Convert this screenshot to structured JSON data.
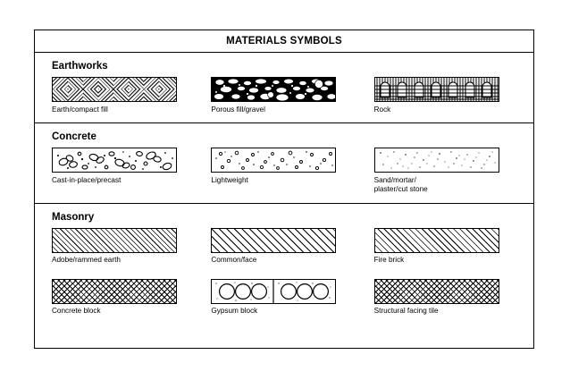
{
  "title": "MATERIALS SYMBOLS",
  "sections": [
    {
      "name": "Earthworks",
      "rows": [
        [
          {
            "label": "Earth/compact fill",
            "pattern": "earth-compact-fill"
          },
          {
            "label": "Porous fill/gravel",
            "pattern": "porous-fill-gravel"
          },
          {
            "label": "Rock",
            "pattern": "rock"
          }
        ]
      ]
    },
    {
      "name": "Concrete",
      "rows": [
        [
          {
            "label": "Cast-in-place/precast",
            "pattern": "cast-in-place-precast"
          },
          {
            "label": "Lightweight",
            "pattern": "lightweight"
          },
          {
            "label": "Sand/mortar/\nplaster/cut stone",
            "pattern": "sand-mortar-plaster-cut-stone"
          }
        ]
      ]
    },
    {
      "name": "Masonry",
      "rows": [
        [
          {
            "label": "Adobe/rammed earth",
            "pattern": "adobe-rammed-earth"
          },
          {
            "label": "Common/face",
            "pattern": "common-face"
          },
          {
            "label": "Fire brick",
            "pattern": "fire-brick"
          }
        ],
        [
          {
            "label": "Concrete block",
            "pattern": "concrete-block"
          },
          {
            "label": "Gypsum block",
            "pattern": "gypsum-block"
          },
          {
            "label": "Structural facing tile",
            "pattern": "structural-facing-tile"
          }
        ]
      ]
    }
  ],
  "colors": {
    "ink": "#000000",
    "paper": "#ffffff"
  }
}
